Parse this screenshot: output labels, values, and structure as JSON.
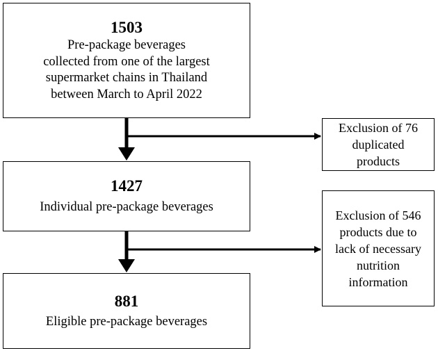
{
  "flow": {
    "step1": {
      "count": "1503",
      "lines": [
        "Pre-package beverages",
        "collected from one of the largest",
        "supermarket chains in Thailand",
        "between March to April 2022"
      ]
    },
    "step2": {
      "count": "1427",
      "lines": [
        "Individual pre-package beverages"
      ]
    },
    "step3": {
      "count": "881",
      "lines": [
        "Eligible pre-package beverages"
      ]
    },
    "exclusion1": {
      "lines": [
        "Exclusion of 76",
        "duplicated",
        "products"
      ]
    },
    "exclusion2": {
      "lines": [
        "Exclusion of 546",
        "products due to",
        "lack of necessary",
        "nutrition",
        "information"
      ]
    }
  },
  "colors": {
    "line": "#000000",
    "background": "#ffffff"
  }
}
